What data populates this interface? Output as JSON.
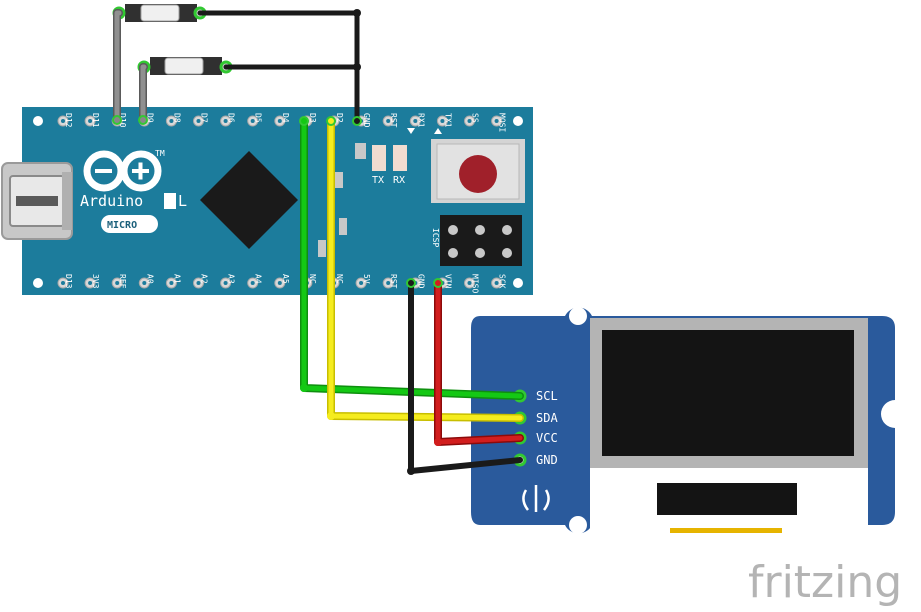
{
  "arduino": {
    "brand": "Arduino",
    "brand_suffix": "L",
    "model": "MICRO",
    "tm": "TM",
    "led_tx": "TX",
    "led_rx": "RX",
    "icsp": "ICSP",
    "top_pins": [
      "D12",
      "D11",
      "D10",
      "D9",
      "D8",
      "D7",
      "D6",
      "D5",
      "D4",
      "D3",
      "D2",
      "GND",
      "RST",
      "RX1",
      "TX1",
      "SS",
      "MOSI"
    ],
    "bottom_pins": [
      "D13",
      "3V3",
      "REF",
      "A0",
      "A1",
      "A2",
      "A3",
      "A4",
      "A5",
      "NC",
      "NC",
      "5V",
      "RST",
      "GND",
      "VIN",
      "MISO",
      "SCK"
    ]
  },
  "oled": {
    "pins": [
      "SCL",
      "SDA",
      "VCC",
      "GND"
    ]
  },
  "watermark": "fritzing",
  "colors": {
    "board": "#1c7c9c",
    "oled_board": "#2a5a9c",
    "wire_green": "#14b414",
    "wire_yellow": "#f0e600",
    "wire_black": "#1a1a1a",
    "wire_red": "#c81414",
    "wire_gray": "#808080"
  }
}
